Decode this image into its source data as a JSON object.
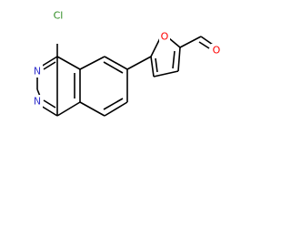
{
  "colors": {
    "background": "#ffffff",
    "bond": "#000000",
    "nitrogen": "#3333cc",
    "oxygen": "#ff0000",
    "chlorine": "#2e8b22"
  },
  "atoms": {
    "cl": {
      "symbol": "Cl",
      "element": "chlorine"
    },
    "n_top": {
      "symbol": "N",
      "element": "nitrogen"
    },
    "n_bottom": {
      "symbol": "N",
      "element": "nitrogen"
    },
    "o_furan": {
      "symbol": "O",
      "element": "oxygen"
    },
    "o_aldehyde": {
      "symbol": "O",
      "element": "oxygen"
    }
  }
}
